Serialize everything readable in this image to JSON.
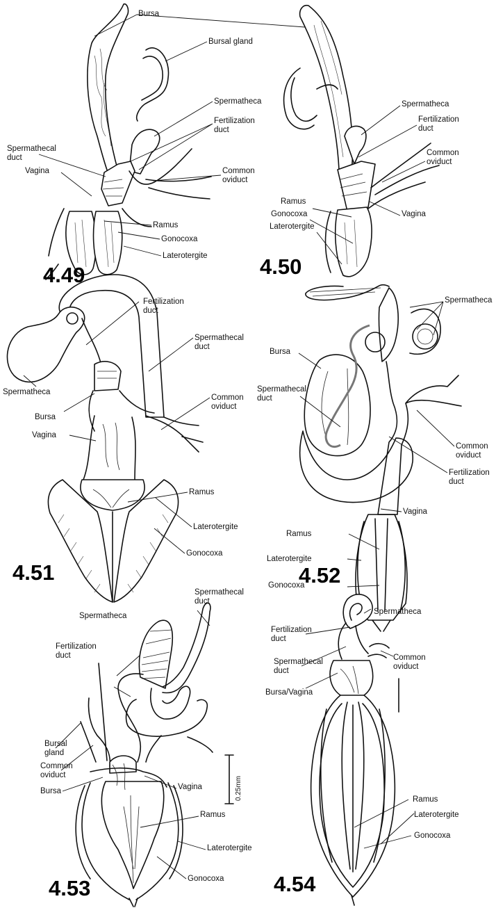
{
  "figures": {
    "f449": {
      "number": "4.49",
      "labels": {
        "bursa": "Bursa",
        "bursal_gland": "Bursal gland",
        "spermatheca": "Spermatheca",
        "fertilization_duct": "Fertilization\nduct",
        "spermathecal_duct": "Spermathecal\nduct",
        "vagina": "Vagina",
        "common_oviduct": "Common\noviduct",
        "ramus": "Ramus",
        "gonocoxa": "Gonocoxa",
        "laterotergite": "Laterotergite"
      }
    },
    "f450": {
      "number": "4.50",
      "labels": {
        "spermatheca": "Spermatheca",
        "fertilization_duct": "Fertilization\nduct",
        "common_oviduct": "Common\noviduct",
        "ramus": "Ramus",
        "gonocoxa": "Gonocoxa",
        "laterotergite": "Laterotergite",
        "vagina": "Vagina"
      }
    },
    "f451": {
      "number": "4.51",
      "labels": {
        "fertilization_duct": "Fertilization\nduct",
        "spermathecal_duct": "Spermathecal\nduct",
        "common_oviduct": "Common\noviduct",
        "spermatheca": "Spermatheca",
        "bursa": "Bursa",
        "vagina": "Vagina",
        "ramus": "Ramus",
        "laterotergite": "Laterotergite",
        "gonocoxa": "Gonocoxa"
      }
    },
    "f452": {
      "number": "4.52",
      "labels": {
        "spermatheca": "Spermatheca",
        "bursa": "Bursa",
        "spermathecal_duct": "Spermathecal\nduct",
        "common_oviduct": "Common\noviduct",
        "fertilization_duct": "Fertilization\nduct",
        "vagina": "Vagina",
        "ramus": "Ramus",
        "laterotergite": "Laterotergite",
        "gonocoxa": "Gonocoxa"
      }
    },
    "f453": {
      "number": "4.53",
      "labels": {
        "spermathecal_duct": "Spermathecal\nduct",
        "spermatheca": "Spermatheca",
        "fertilization_duct": "Fertilization\nduct",
        "bursal_gland": "Bursal\ngland",
        "common_oviduct": "Common\noviduct",
        "bursa": "Bursa",
        "vagina": "Vagina",
        "ramus": "Ramus",
        "laterotergite": "Laterotergite",
        "gonocoxa": "Gonocoxa"
      },
      "scale_bar": "0.25mm"
    },
    "f454": {
      "number": "4.54",
      "labels": {
        "spermatheca": "Spermatheca",
        "fertilization_duct": "Fertilization\nduct",
        "spermathecal_duct": "Spermathecal\nduct",
        "common_oviduct": "Common\noviduct",
        "bursa_vagina": "Bursa/Vagina",
        "ramus": "Ramus",
        "laterotergite": "Laterotergite",
        "gonocoxa": "Gonocoxa"
      }
    }
  }
}
